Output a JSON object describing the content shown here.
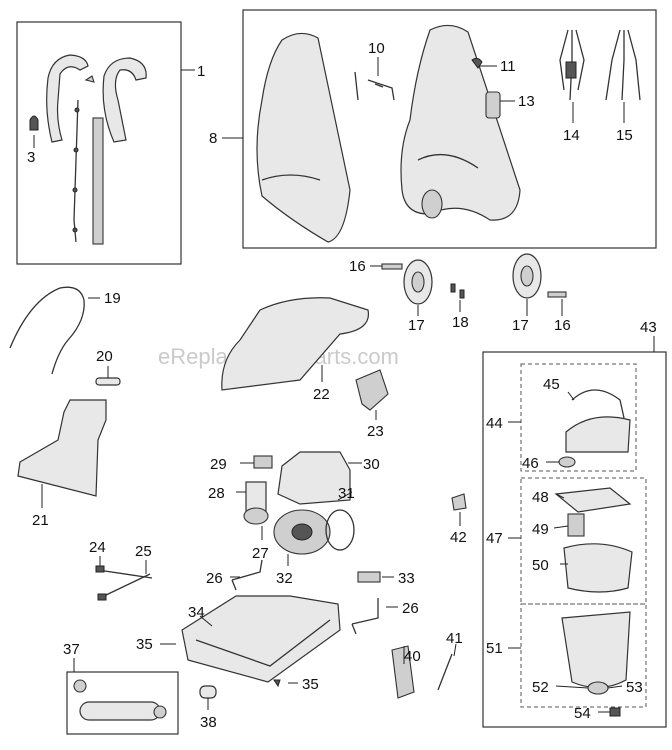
{
  "watermark": "eReplacementParts.com",
  "labels": {
    "p1": "1",
    "p3": "3",
    "p8": "8",
    "p10": "10",
    "p11": "11",
    "p13": "13",
    "p14": "14",
    "p15": "15",
    "p16a": "16",
    "p16b": "16",
    "p17a": "17",
    "p17b": "17",
    "p18": "18",
    "p19": "19",
    "p20": "20",
    "p21": "21",
    "p22": "22",
    "p23": "23",
    "p24": "24",
    "p25": "25",
    "p26a": "26",
    "p26b": "26",
    "p27": "27",
    "p28": "28",
    "p29": "29",
    "p30": "30",
    "p31": "31",
    "p32": "32",
    "p33": "33",
    "p34": "34",
    "p35a": "35",
    "p35b": "35",
    "p37": "37",
    "p38": "38",
    "p40": "40",
    "p41": "41",
    "p42": "42",
    "p43": "43",
    "p44": "44",
    "p45": "45",
    "p46": "46",
    "p47": "47",
    "p48": "48",
    "p49": "49",
    "p50": "50",
    "p51": "51",
    "p52": "52",
    "p53": "53",
    "p54": "54"
  }
}
